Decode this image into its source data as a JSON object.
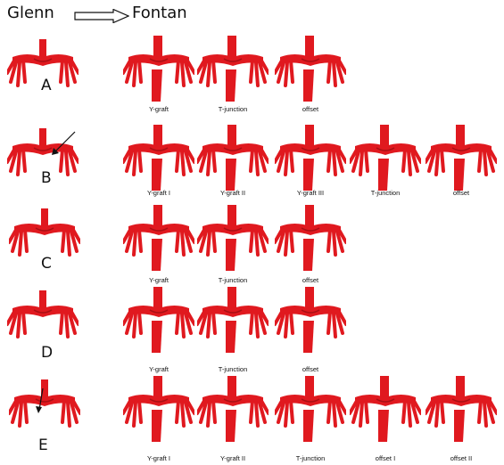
{
  "header": {
    "left_title": "Glenn",
    "right_title": "Fontan"
  },
  "rows": [
    {
      "label": "A",
      "captions": [
        "Y-graft",
        "T-junction",
        "offset"
      ]
    },
    {
      "label": "B",
      "captions": [
        "Y-graft I",
        "Y-graft II",
        "Y-graft III",
        "T-junction",
        "offset"
      ]
    },
    {
      "label": "C",
      "captions": [
        "Y-graft",
        "T-junction",
        "offset"
      ]
    },
    {
      "label": "D",
      "captions": [
        "Y-graft",
        "T-junction",
        "offset"
      ]
    },
    {
      "label": "E",
      "captions": [
        "Y-graft I",
        "Y-graft II",
        "T-junction",
        "offset I",
        "offset II"
      ]
    }
  ],
  "colors": {
    "vessel": "#e0191f",
    "vessel_dark": "#a80f14",
    "text": "#111111"
  },
  "icons": {
    "arrow": "right-arrow-icon",
    "annotation": "pointer-arrow-icon"
  }
}
